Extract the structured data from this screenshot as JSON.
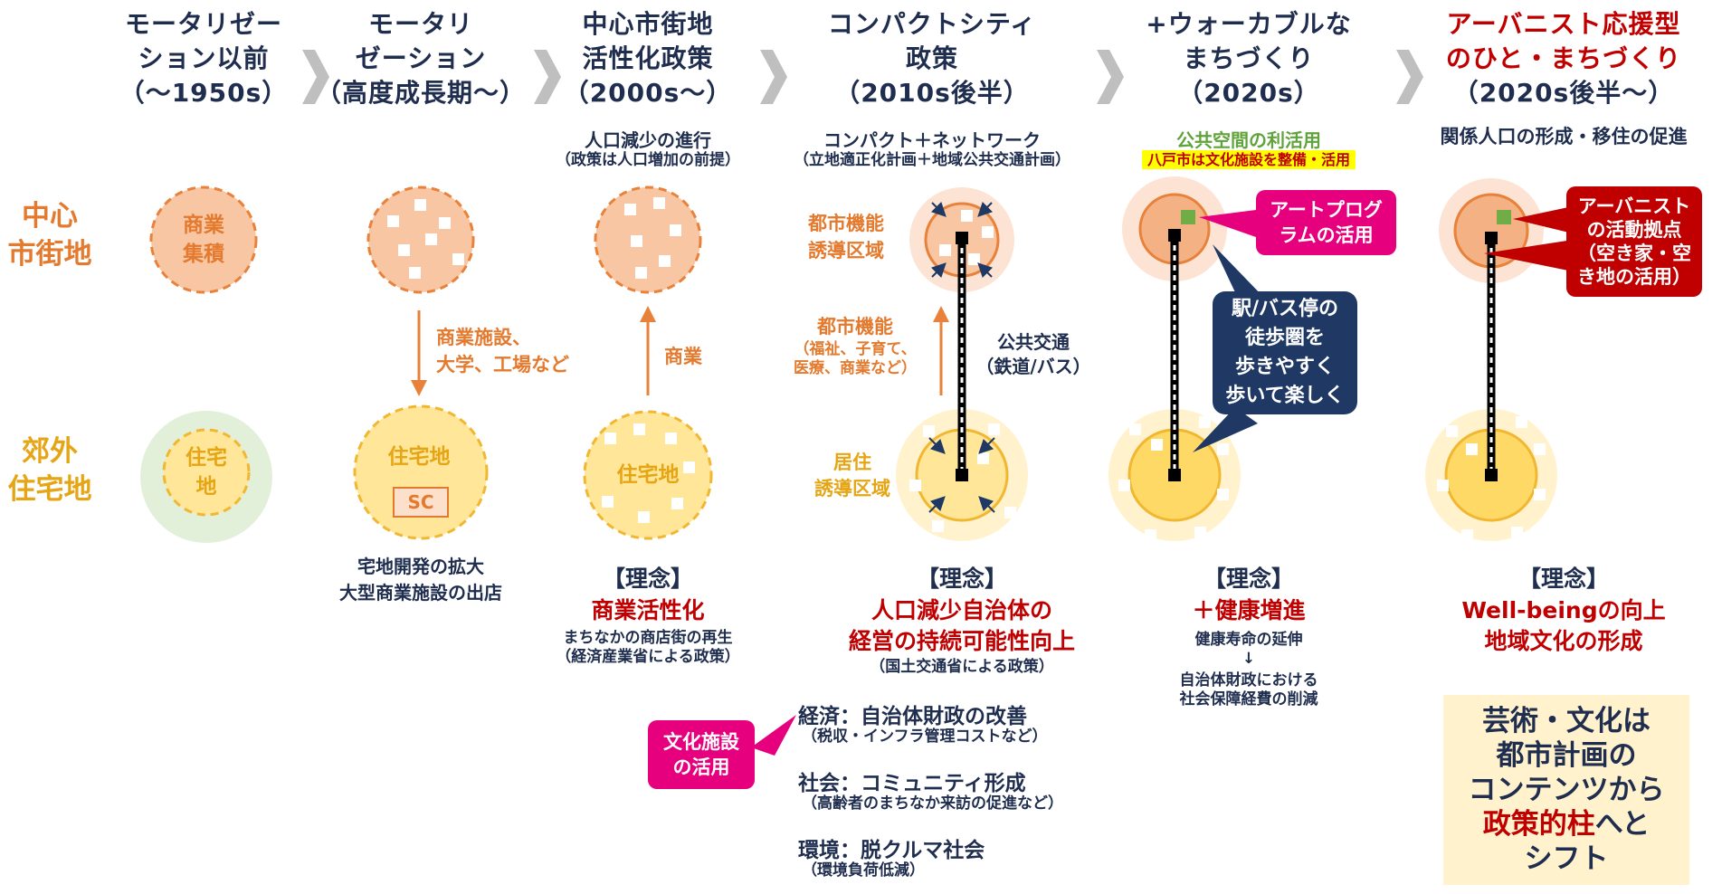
{
  "stages": [
    {
      "title": "モータリゼー\nション以前\n（～1950s）",
      "color": "#1f2d4e"
    },
    {
      "title": "モータリ\nゼーション\n（高度成長期～）",
      "color": "#1f2d4e"
    },
    {
      "title": "中心市街地\n活性化政策\n（2000s～）",
      "color": "#1f2d4e"
    },
    {
      "title": "コンパクトシティ\n政策\n（2010s後半）",
      "color": "#1f2d4e"
    },
    {
      "title": "+ウォーカブルな\nまちづくり\n（2020s）",
      "color": "#1f2d4e"
    },
    {
      "title": "アーバニスト応援型\nのひと・まちづくり",
      "subtitle": "（2020s後半～）",
      "color": "#c00000"
    }
  ],
  "rows": {
    "center": "中心\n市街地",
    "suburb": "郊外\n住宅地"
  },
  "col1": {
    "center_circle": "商業\n集積",
    "suburb_circle": "住宅\n地"
  },
  "col2": {
    "arrow_label": "商業施設、\n大学、工場など",
    "suburb_circle": "住宅地",
    "sc": "SC",
    "note": "宅地開発の拡大\n大型商業施設の出店"
  },
  "col3": {
    "sub1": "人口減少の進行",
    "sub2": "（政策は人口増加の前提）",
    "arrow_label": "商業",
    "suburb_circle": "住宅地",
    "rinen": "【理念】",
    "rinen_title": "商業活性化",
    "rinen_desc": "まちなかの商店街の再生\n（経済産業省による政策）"
  },
  "col4": {
    "sub1": "コンパクト＋ネットワーク",
    "sub2": "（立地適正化計画＋地域公共交通計画）",
    "zone1": "都市機能\n誘導区域",
    "func_title": "都市機能",
    "func_desc": "（福祉、子育て、\n医療、商業など）",
    "transit": "公共交通\n（鉄道/バス）",
    "zone2": "居住\n誘導区域",
    "rinen": "【理念】",
    "rinen_title": "人口減少自治体の\n経営の持続可能性向上",
    "rinen_desc": "（国土交通省による政策）",
    "econ": "経済：自治体財政の改善",
    "econ_desc": "（税収・インフラ管理コストなど）",
    "social": "社会：コミュニティ形成",
    "social_desc": "（高齢者のまちなか来訪の促進など）",
    "env": "環境：脱クルマ社会",
    "env_desc": "（環境負荷低減）",
    "callout": "文化施設\nの活用"
  },
  "col5": {
    "sub1": "公共空間の利活用",
    "highlight": "八戸市は文化施設を整備・活用",
    "callout_art": "アートプログ\nラムの活用",
    "callout_walk": "駅/バス停の\n徒歩圏を\n歩きやすく\n歩いて楽しく",
    "rinen": "【理念】",
    "rinen_title": "＋健康増進",
    "rinen_desc": "健康寿命の延伸",
    "down": "↓",
    "rinen_desc2": "自治体財政における\n社会保障経費の削減"
  },
  "col6": {
    "sub1": "関係人口の形成・移住の促進",
    "callout": "アーバニスト\nの活動拠点\n（空き家・空\nき地の活用）",
    "rinen": "【理念】",
    "rinen_title": "Well-beingの向上\n地域文化の形成",
    "box_line1": "芸術・文化は\n都市計画の\nコンテンツから",
    "box_red": "政策的柱",
    "box_line2": "へと\nシフト"
  },
  "colors": {
    "navy": "#1f2d4e",
    "red": "#c00000",
    "orange": "#e47a2e",
    "gold": "#f2b731",
    "pink": "#e6007e",
    "green": "#70ad47"
  }
}
